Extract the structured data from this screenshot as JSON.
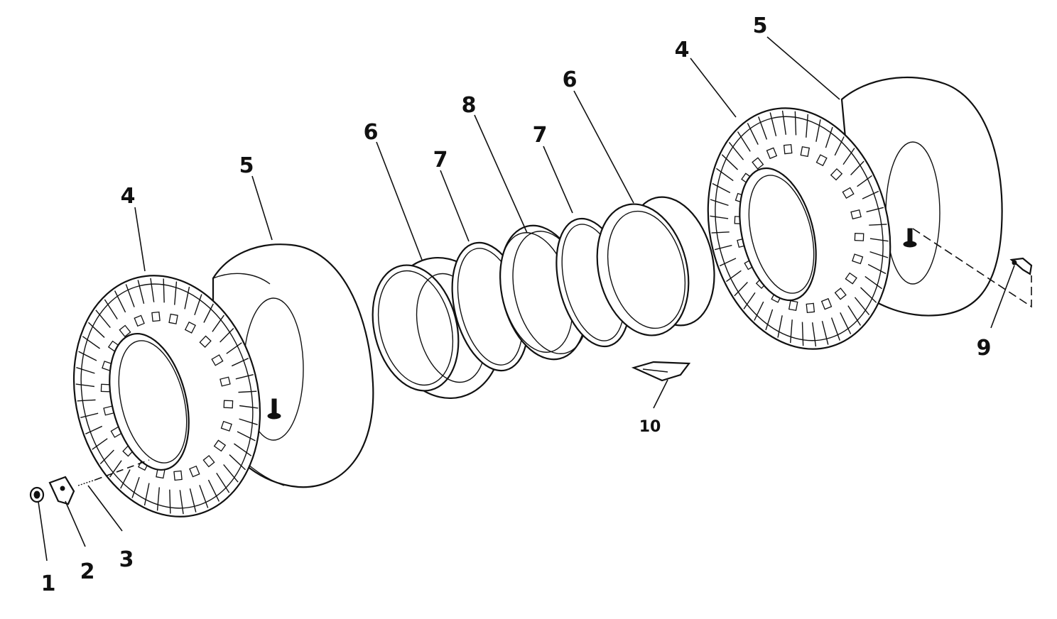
{
  "labels": {
    "l1": "1",
    "l2": "2",
    "l3": "3",
    "l4a": "4",
    "l4b": "4",
    "l5a": "5",
    "l5b": "5",
    "l6a": "6",
    "l6b": "6",
    "l7a": "7",
    "l7b": "7",
    "l8": "8",
    "l9": "9",
    "l10": "10"
  }
}
